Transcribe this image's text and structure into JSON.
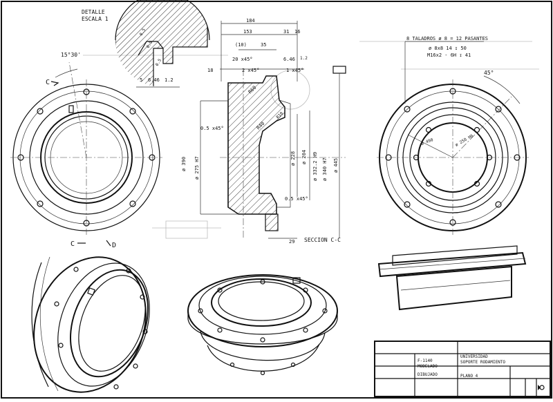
{
  "border_color": "#111111",
  "detail": {
    "title": "DETALLE",
    "scale": "ESCALA 1",
    "dims": [
      "0.5",
      "0.5",
      "0.5",
      "6.46",
      "1.2",
      "5",
      "6.46"
    ]
  },
  "top_dims": {
    "d184": "184",
    "d153": "153",
    "d31": "31",
    "d16": "16",
    "d10": "(10)",
    "d35": "35",
    "d20x45": "20 x45°",
    "d646": "6.46",
    "d12": "1.2",
    "d2x45": "2 x45°",
    "d1x45": "1 x45°",
    "d18": "18"
  },
  "section_dims": {
    "r60": "R60",
    "r40": "R40",
    "r10": "R10",
    "d05x45a": "0.5 x45°",
    "d05x45b": "0.5 x45°",
    "d390": "ø 390",
    "d275": "ø 275  H7",
    "d228": "ø 228",
    "d204": "ø 204",
    "d332": "ø 332.2  H9",
    "d340": "ø 340  H7",
    "d445": "ø 445",
    "d29": "29",
    "section_label": "SECCION C-C"
  },
  "view_labels": {
    "angle": "15°30'",
    "c_top": "C",
    "c_bot": "C",
    "d": "D"
  },
  "right_notes": {
    "title": "8 TALADROS  ø 8 = 12 PASANTES",
    "note1": "ø 8x8  14 ↧ 50",
    "note2": "M16x2 - 6H ↧ 41",
    "angle": "45°",
    "d490": "ø 490",
    "d250": "ø 250 H6"
  },
  "title_block": {
    "material": "F-1140",
    "process": "MODELADO",
    "company": "UNIVERSIDAD",
    "part": "SOPORTE RODAMIENTO",
    "drawn": "DIBUJADO",
    "drawing_no": "PLANO 4"
  }
}
